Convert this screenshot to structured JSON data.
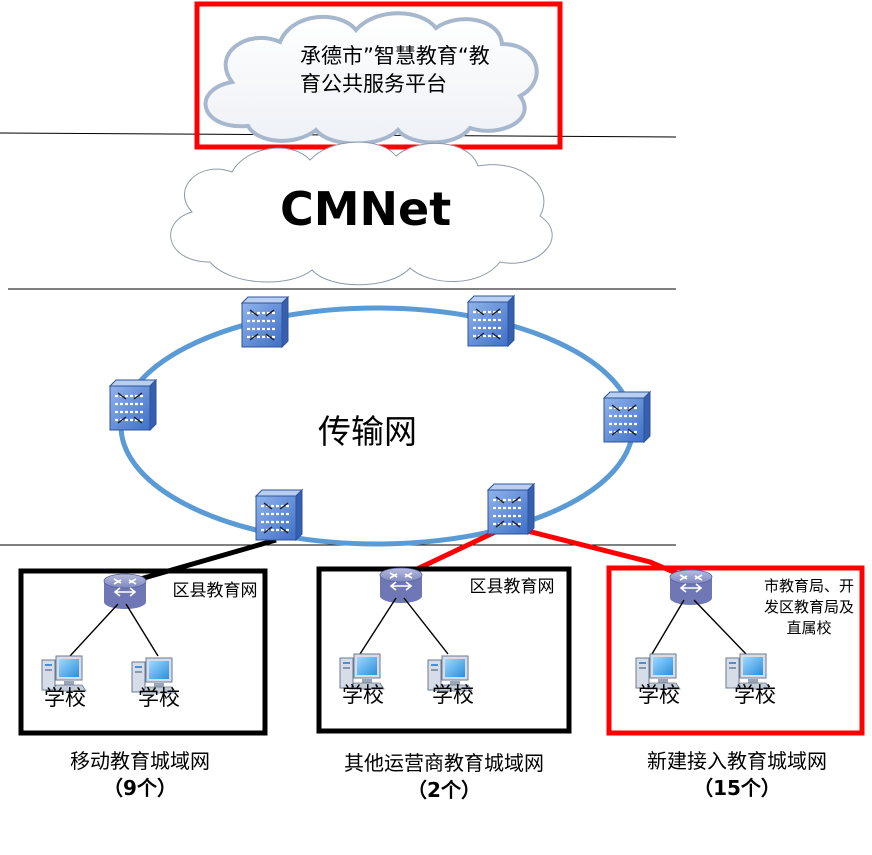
{
  "platform": {
    "label": "承德市”智慧教育“教育公共服务平台"
  },
  "cmnet": {
    "label": "CMNet"
  },
  "transport": {
    "label": "传输网"
  },
  "networks": [
    {
      "label": "区县教育网",
      "schools": [
        "学校",
        "学校"
      ],
      "caption": "移动教育城域网",
      "count": "（9个）",
      "border_color": "#000000"
    },
    {
      "label": "区县教育网",
      "schools": [
        "学校",
        "学校"
      ],
      "caption": "其他运营商教育城域网",
      "count": "（2个）",
      "border_color": "#000000"
    },
    {
      "label": "市教育局、开发区教育局及直属校",
      "schools": [
        "学校",
        "学校"
      ],
      "caption": "新建接入教育城域网",
      "count": "（15个）",
      "border_color": "#ff0000"
    }
  ],
  "colors": {
    "ring": "#5b9bd5",
    "highlight": "#ff0000",
    "switch": "#4472c4"
  }
}
